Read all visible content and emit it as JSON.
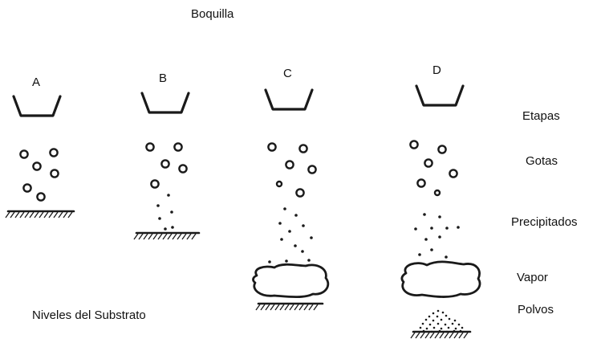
{
  "title": "Boquilla",
  "columns": [
    {
      "letter": "A"
    },
    {
      "letter": "B"
    },
    {
      "letter": "C"
    },
    {
      "letter": "D"
    }
  ],
  "row_labels": {
    "stages": "Etapas",
    "drops": "Gotas",
    "precipitates": "Precipitados",
    "vapor": "Vapor",
    "powders": "Polvos"
  },
  "substrate_label": "Niveles del Substrato",
  "ink_color": "#1a1a1a"
}
